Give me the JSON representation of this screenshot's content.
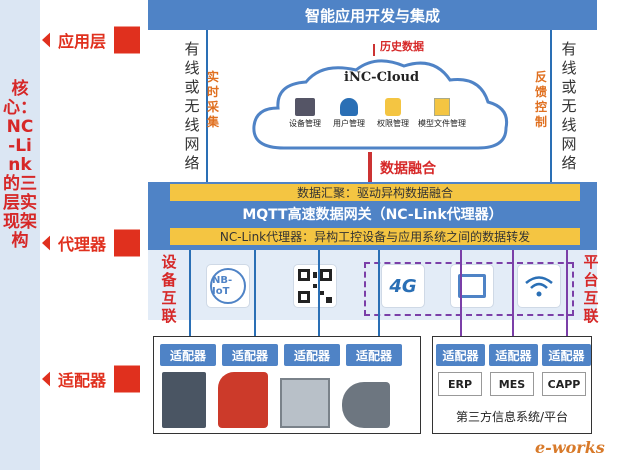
{
  "left_label": {
    "core": "核心：NC-Link的三层实现架构"
  },
  "layers": {
    "app": "应用层",
    "proxy": "代理器",
    "adapter": "适配器"
  },
  "top_bar": {
    "title": "智能应用开发与集成"
  },
  "upper": {
    "left_vertical": "有线或无线网络",
    "right_vertical": "有线或无线网络",
    "realtime": "实时采集",
    "feedback": "反馈控制",
    "history": "历史数据",
    "fusion": "数据融合",
    "cloud_title": "iNC-Cloud",
    "cloud_items": [
      "设备管理",
      "用户管理",
      "权限管理",
      "模型文件管理"
    ]
  },
  "gateway": {
    "top_strip": "数据汇聚：驱动异构数据融合",
    "title": "MQTT高速数据网关（NC-Link代理器）",
    "bottom_strip": "NC-Link代理器：异构工控设备与应用系统之间的数据转发"
  },
  "connectivity": {
    "left": "设备互联",
    "right": "平台互联",
    "icons": [
      {
        "icon": "nb-iot-icon",
        "text": "NB-IoT"
      },
      {
        "icon": "qr-code-icon",
        "text": ""
      },
      {
        "icon": "4g-icon",
        "text": "4G"
      },
      {
        "icon": "ethernet-icon",
        "text": ""
      },
      {
        "icon": "wifi-icon",
        "text": ""
      }
    ]
  },
  "adapters": {
    "device": [
      "适配器",
      "适配器",
      "适配器",
      "适配器"
    ],
    "platform": [
      "适配器",
      "适配器",
      "适配器"
    ],
    "systems": [
      "ERP",
      "MES",
      "CAPP"
    ],
    "third_party_label": "第三方信息系统/平台"
  },
  "watermark": "e-works",
  "colors": {
    "accent_blue": "#4f83c6",
    "red": "#e0301e",
    "yellow": "#f4c542",
    "orange": "#e07020",
    "purple": "#7b3fa8"
  }
}
